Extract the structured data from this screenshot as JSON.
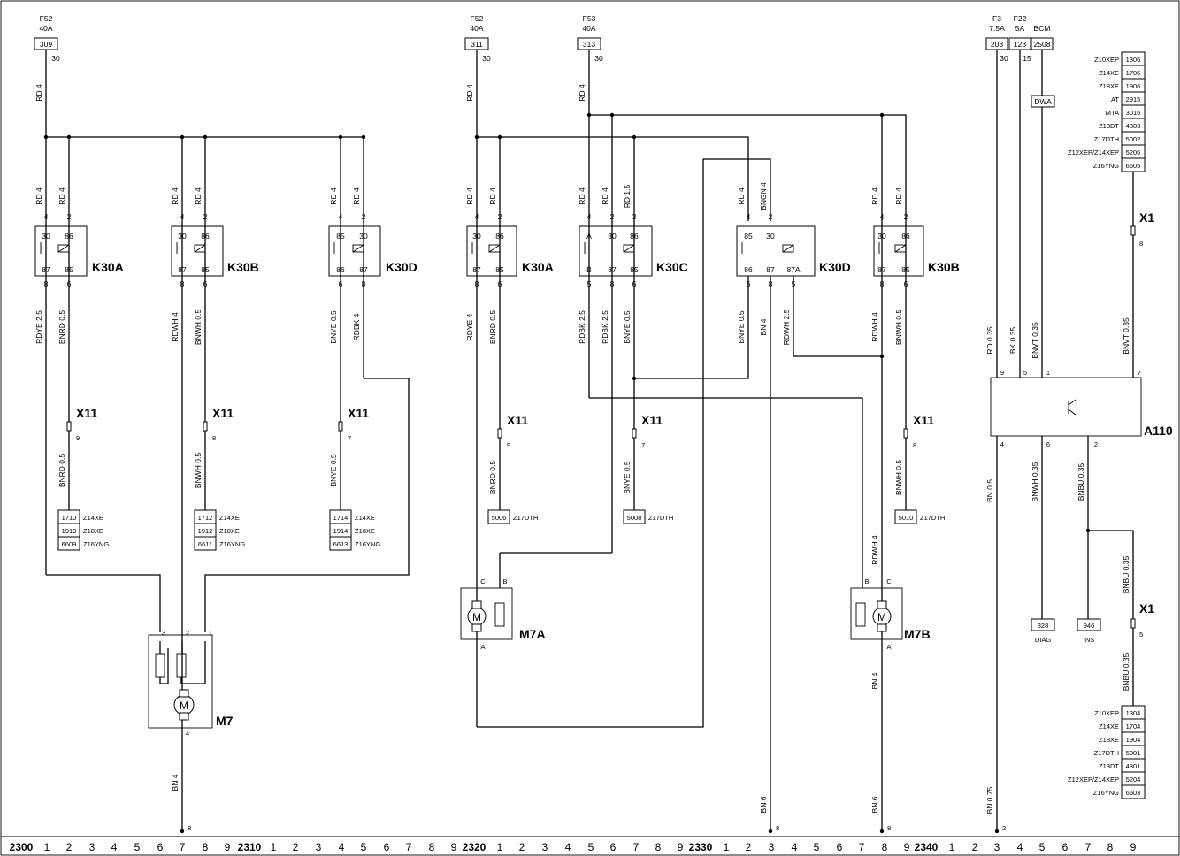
{
  "fuses": [
    {
      "name": "F52",
      "rating": "40A",
      "ref": "309",
      "pin": "30"
    },
    {
      "name": "F52",
      "rating": "40A",
      "ref": "311",
      "pin": "30"
    },
    {
      "name": "F53",
      "rating": "40A",
      "ref": "313",
      "pin": "30"
    },
    {
      "name": "F3",
      "rating": "7.5A",
      "ref": "203",
      "pin": "30"
    },
    {
      "name": "F22",
      "rating": "5A",
      "ref": "123",
      "pin": "15"
    },
    {
      "name": "",
      "rating": "BCM",
      "ref": "2508",
      "pin": ""
    }
  ],
  "relays": [
    {
      "id": "K30A",
      "pins_top": [
        "30",
        "86"
      ],
      "pins_bot": [
        "87",
        "85"
      ],
      "ext_top": [
        "4",
        "2"
      ],
      "ext_bot": [
        "8",
        "6"
      ]
    },
    {
      "id": "K30B",
      "pins_top": [
        "30",
        "86"
      ],
      "pins_bot": [
        "87",
        "85"
      ],
      "ext_top": [
        "4",
        "2"
      ],
      "ext_bot": [
        "8",
        "6"
      ]
    },
    {
      "id": "K30D",
      "pins_top": [
        "85",
        "30"
      ],
      "pins_bot": [
        "86",
        "87"
      ],
      "ext_top": [
        "4",
        "2"
      ],
      "ext_bot": [
        "6",
        "8"
      ]
    },
    {
      "id": "K30A",
      "pins_top": [
        "30",
        "86"
      ],
      "pins_bot": [
        "87",
        "85"
      ],
      "ext_top": [
        "4",
        "2"
      ],
      "ext_bot": [
        "8",
        "6"
      ]
    },
    {
      "id": "K30C",
      "pins_top": [
        "A",
        "30",
        "86"
      ],
      "pins_bot": [
        "B",
        "87",
        "85"
      ],
      "ext_top": [
        "4",
        "2",
        "3"
      ],
      "ext_bot": [
        "5",
        "8",
        "6"
      ]
    },
    {
      "id": "K30D",
      "pins_top": [
        "85",
        "30"
      ],
      "pins_bot": [
        "86",
        "87",
        "87A"
      ],
      "ext_top": [
        "4",
        "2"
      ],
      "ext_bot": [
        "6",
        "8",
        "5"
      ]
    },
    {
      "id": "K30B",
      "pins_top": [
        "30",
        "86"
      ],
      "pins_bot": [
        "87",
        "85"
      ],
      "ext_top": [
        "4",
        "2"
      ],
      "ext_bot": [
        "8",
        "6"
      ]
    }
  ],
  "wires": {
    "rd4": "RD 4",
    "rd15": "RD 1.5",
    "bngn4": "BNGN 4",
    "rdye25": "RDYE 2.5",
    "bnrd05": "BNRD 0.5",
    "rdwh4": "RDWH 4",
    "bnwh05": "BNWH 0.5",
    "bnye05": "BNYE 0.5",
    "rdbk4": "RDBK 4",
    "rdye4": "RDYE 4",
    "rdbk25": "RDBK 2.5",
    "bn4": "BN 4",
    "rdwh25": "RDWH 2.5",
    "bn6": "BN 6",
    "rd035": "RD 0.35",
    "bk035": "BK 0.35",
    "bnvt035": "BNVT 0.35",
    "bn05": "BN 0.5",
    "bnwh035": "BNWH 0.35",
    "bnbu035": "BNBU 0.35",
    "bn075": "BN 0.75"
  },
  "connectors": {
    "x11": "X11",
    "x1": "X1",
    "p9": "9",
    "p8": "8",
    "p7": "7",
    "p5": "5",
    "p6": "6",
    "p4": "4",
    "p2": "2",
    "p1": "1",
    "p3": "3"
  },
  "tables": [
    {
      "rows": [
        [
          "1710",
          "Z14XE"
        ],
        [
          "1910",
          "Z18XE"
        ],
        [
          "6609",
          "Z16YNG"
        ]
      ]
    },
    {
      "rows": [
        [
          "1712",
          "Z14XE"
        ],
        [
          "1912",
          "Z18XE"
        ],
        [
          "6611",
          "Z16YNG"
        ]
      ]
    },
    {
      "rows": [
        [
          "1714",
          "Z14XE"
        ],
        [
          "1914",
          "Z18XE"
        ],
        [
          "6613",
          "Z16YNG"
        ]
      ]
    },
    {
      "rows": [
        [
          "5006",
          "Z17DTH"
        ]
      ]
    },
    {
      "rows": [
        [
          "5008",
          "Z17DTH"
        ]
      ]
    },
    {
      "rows": [
        [
          "5010",
          "Z17DTH"
        ]
      ]
    }
  ],
  "engine_top": [
    [
      "Z10XEP",
      "1306"
    ],
    [
      "Z14XE",
      "1706"
    ],
    [
      "Z18XE",
      "1906"
    ],
    [
      "AT",
      "2915"
    ],
    [
      "MTA",
      "3016"
    ],
    [
      "Z13DT",
      "4803"
    ],
    [
      "Z17DTH",
      "5002"
    ],
    [
      "Z12XEP/Z14XEP",
      "5206"
    ],
    [
      "Z16YNG",
      "6605"
    ]
  ],
  "engine_bot": [
    [
      "Z10XEP",
      "1304"
    ],
    [
      "Z14XE",
      "1704"
    ],
    [
      "Z18XE",
      "1904"
    ],
    [
      "Z17DTH",
      "5001"
    ],
    [
      "Z13DT",
      "4801"
    ],
    [
      "Z12XEP/Z14XEP",
      "5204"
    ],
    [
      "Z16YNG",
      "6603"
    ]
  ],
  "motors": {
    "m7": "M7",
    "m7a": "M7A",
    "m7b": "M7B",
    "m": "M",
    "pa": "A",
    "pb": "B",
    "pc": "C"
  },
  "module": {
    "id": "A110",
    "dwa": "DWA",
    "diag_ref": "328",
    "diag": "DIAG",
    "ins_ref": "946",
    "ins": "INS"
  },
  "ruler": [
    "2300",
    "1",
    "2",
    "3",
    "4",
    "5",
    "6",
    "7",
    "8",
    "9",
    "2310",
    "1",
    "2",
    "3",
    "4",
    "5",
    "6",
    "7",
    "8",
    "9",
    "2320",
    "1",
    "2",
    "3",
    "4",
    "5",
    "6",
    "7",
    "8",
    "9",
    "2330",
    "1",
    "2",
    "3",
    "4",
    "5",
    "6",
    "7",
    "8",
    "9",
    "2340",
    "1",
    "2",
    "3",
    "4",
    "5",
    "6",
    "7",
    "8",
    "9"
  ],
  "ground_pins": [
    "8",
    "8",
    "8",
    "2"
  ]
}
